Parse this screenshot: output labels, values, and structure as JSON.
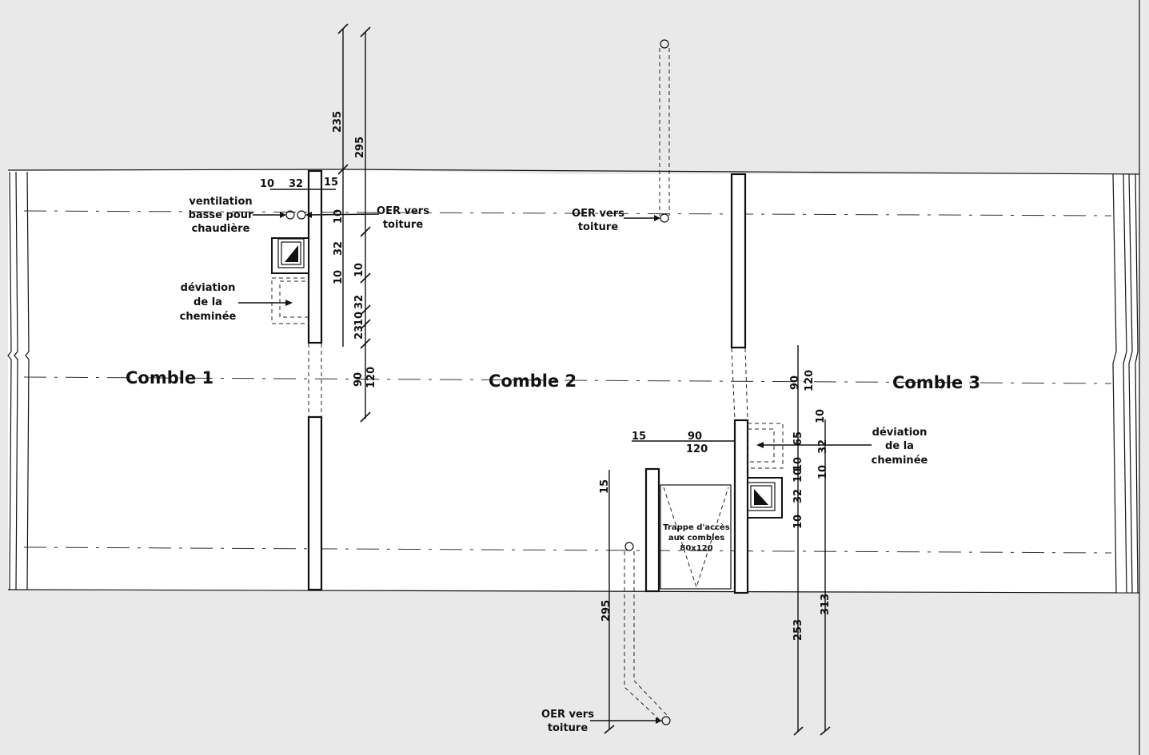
{
  "rooms": [
    {
      "id": "comble-1",
      "label": "Comble 1"
    },
    {
      "id": "comble-2",
      "label": "Comble 2"
    },
    {
      "id": "comble-3",
      "label": "Comble 3"
    }
  ],
  "annotations": {
    "ventilation": [
      "ventilation",
      "basse pour",
      "chaudière"
    ],
    "deviation_1": [
      "déviation",
      "de la",
      "cheminée"
    ],
    "deviation_2": [
      "déviation",
      "de la",
      "cheminée"
    ],
    "oer_1": [
      "OER vers",
      "toiture"
    ],
    "oer_2": [
      "OER vers",
      "toiture"
    ],
    "oer_3": [
      "OER vers",
      "toiture"
    ],
    "trappe": [
      "Trappe d'accès",
      "aux combles",
      "80x120"
    ]
  },
  "dimensions": {
    "top_235": "235",
    "top_295": "295",
    "d10_a": "10",
    "d32_a": "32",
    "d15_a": "15",
    "v10_a": "10",
    "v32_a": "32",
    "v10_b": "10",
    "v10_c": "10",
    "v32_b": "32",
    "v23": "23",
    "v10_d": "10",
    "v90_a": "90",
    "v120_a": "120",
    "v90_b": "90",
    "v120_b": "120",
    "h15_b": "15",
    "h90": "90",
    "h120": "120",
    "v15_c": "15",
    "v10_e": "10",
    "v65": "65",
    "v10_f": "10",
    "v32_c": "32",
    "v10_g": "10",
    "v10_h": "10",
    "v32_d": "32",
    "v10_i": "10",
    "b295": "295",
    "b253": "253",
    "b313": "313"
  }
}
